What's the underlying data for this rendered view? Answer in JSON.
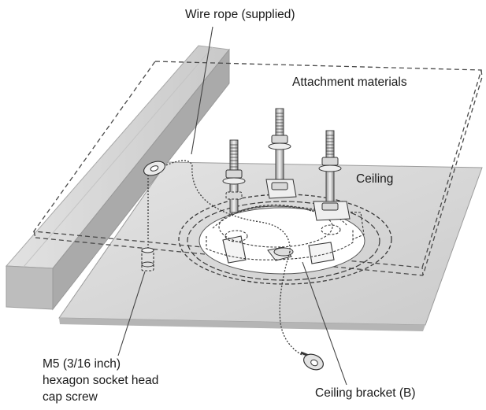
{
  "labels": {
    "wire_rope": "Wire rope (supplied)",
    "attachment_materials": "Attachment materials",
    "ceiling": "Ceiling",
    "screw_line1": "M5 (3/16 inch)",
    "screw_line2": "hexagon socket head",
    "screw_line3": "cap screw",
    "ceiling_bracket": "Ceiling bracket (B)"
  },
  "colors": {
    "ceiling_plate": "#d6d6d6",
    "beam_top": "#d9d9d9",
    "beam_side": "#b8b8b8",
    "line": "#3a3a3a",
    "text": "#1a1a1a"
  }
}
